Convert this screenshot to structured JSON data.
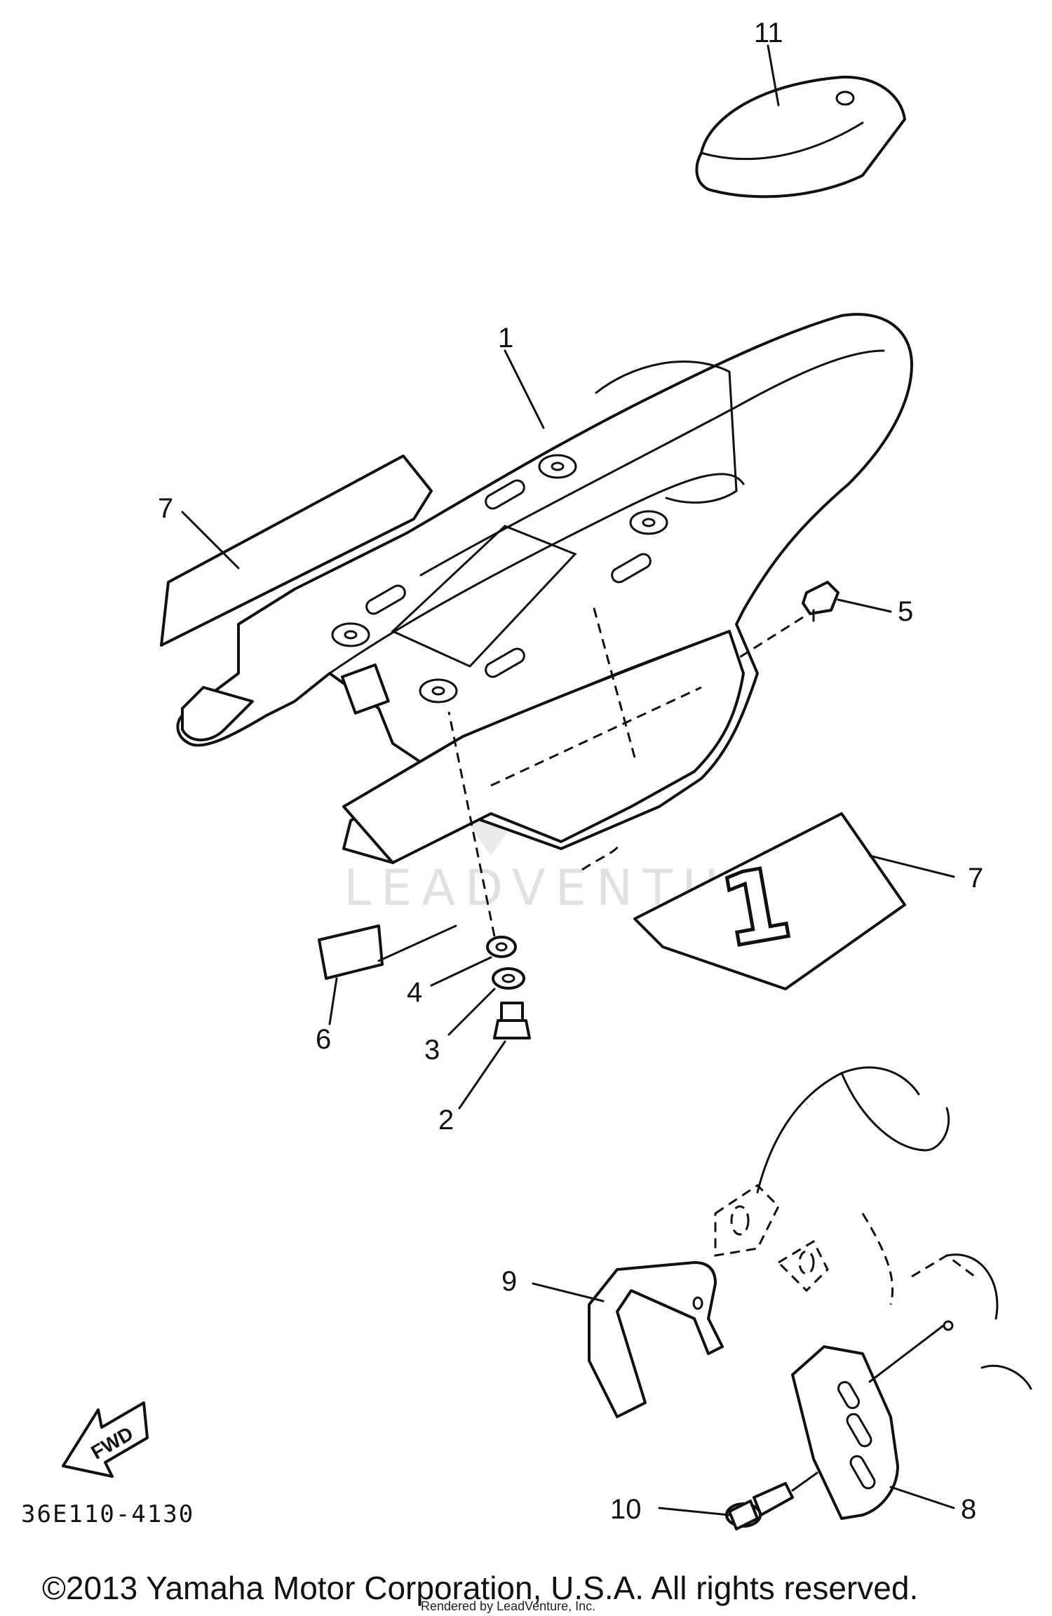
{
  "labels": {
    "p1": "1",
    "p2": "2",
    "p3": "3",
    "p4": "4",
    "p5": "5",
    "p6": "6",
    "p7a": "7",
    "p7b": "7",
    "p8": "8",
    "p9": "9",
    "p10": "10",
    "p11": "11"
  },
  "diagram_code": "36E110-4130",
  "fwd_label": "FWD",
  "copyright": "©2013 Yamaha Motor Corporation, U.S.A. All rights reserved.",
  "credit": "Rendered by LeadVenture, Inc.",
  "watermark": "LEADVENTURE",
  "decal_number": "1"
}
